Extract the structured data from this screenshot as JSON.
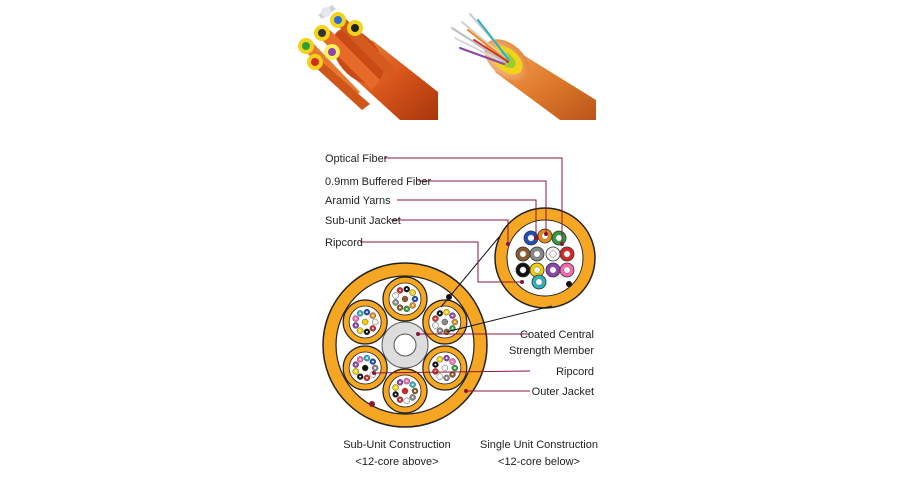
{
  "diagram": {
    "callouts_left": {
      "optical_fiber": "Optical Fiber",
      "buffered_fiber": "0.9mm Buffered Fiber",
      "aramid_yarns": "Aramid Yarns",
      "subunit_jacket": "Sub-unit Jacket",
      "ripcord": "Ripcord"
    },
    "callouts_right": {
      "coated_central_line1": "Coated Central",
      "coated_central_line2": "Strength Member",
      "ripcord": "Ripcord",
      "outer_jacket": "Outer Jacket"
    },
    "captions": {
      "subunit_title": "Sub-Unit Construction",
      "subunit_sub": "<12-core above>",
      "single_title": "Single Unit Construction",
      "single_sub": "<12-core below>"
    }
  },
  "colors": {
    "jacket_orange": "#F5A623",
    "jacket_outline": "#222222",
    "leader_line": "#8B1538",
    "central_member": "#DDDDDD",
    "fiber_colors": [
      "#1f4fbf",
      "#e98a17",
      "#2f9e3a",
      "#8b5a2b",
      "#888888",
      "#f2f2f2",
      "#d62828",
      "#111111",
      "#f4d000",
      "#8e44ad",
      "#ff66b2",
      "#2bb3c0"
    ]
  }
}
